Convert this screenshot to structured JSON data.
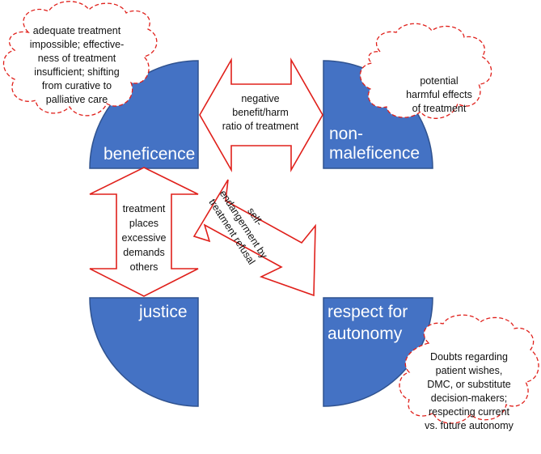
{
  "quadrants": {
    "beneficence": "beneficence",
    "non_maleficence": [
      "non-",
      "maleficence"
    ],
    "justice": "justice",
    "autonomy": [
      "respect for",
      "autonomy"
    ]
  },
  "arrows": {
    "top": [
      "negative",
      "benefit/harm",
      "ratio of treatment"
    ],
    "left": [
      "treatment",
      "places",
      "excessive",
      "demands",
      "others"
    ],
    "diagonal": [
      "self-",
      "endangerment by",
      "treatment refusal"
    ]
  },
  "clouds": {
    "top_left": [
      "adequate treatment",
      "impossible; effective-",
      "ness of treatment",
      "insufficient; shifting",
      "from curative to",
      "palliative care"
    ],
    "top_right": [
      "potential",
      "harmful effects",
      "of treatment"
    ],
    "bottom_right": [
      "Doubts regarding",
      "patient wishes,",
      "DMC, or substitute",
      "decision-makers;",
      "respecting current",
      "vs. future autonomy"
    ]
  },
  "colors": {
    "quadrant_fill": "#4472C4",
    "arrow_stroke": "#E0201B",
    "cloud_stroke": "#E0201B"
  }
}
